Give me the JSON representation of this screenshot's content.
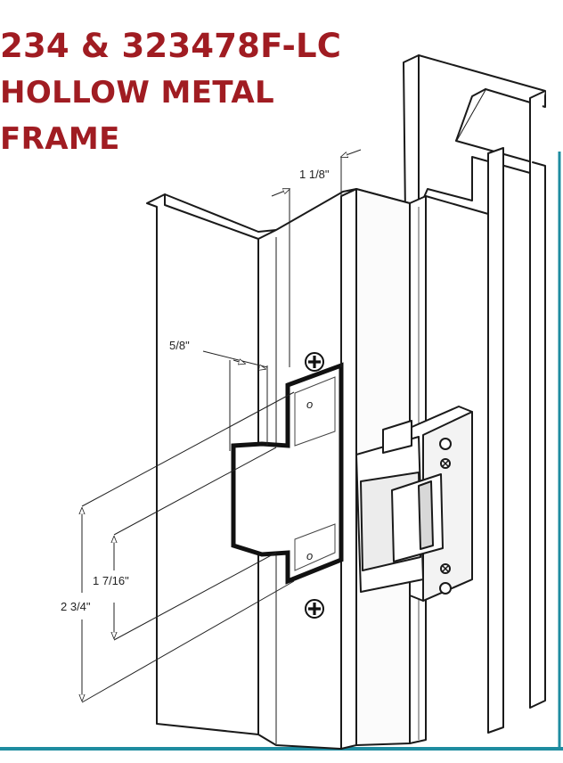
{
  "title": {
    "line1": "234 & 323478F-LC",
    "line2": "HOLLOW METAL",
    "line3": "FRAME"
  },
  "dimensions": {
    "top_width": "1 1/8\"",
    "lip_width": "5/8\"",
    "inner_height": "1 7/16\"",
    "overall_height": "2 3/4\""
  },
  "colors": {
    "title": "#a01c22",
    "accent_border": "#1e8ca0",
    "line": "#1a1a1a"
  }
}
